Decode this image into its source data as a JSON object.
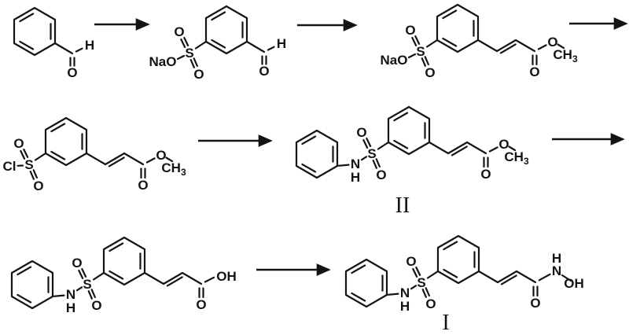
{
  "scheme": {
    "background_color": "#ffffff",
    "ink_color": "#141414",
    "labels": {
      "H": "H",
      "O": "O",
      "S": "S",
      "N": "N",
      "Cl": "Cl",
      "NaO": "NaO",
      "OH": "OH",
      "CH": "CH",
      "sub3": "3"
    },
    "compound_labels": {
      "intermediate": "II",
      "final": "I"
    },
    "arrow_count": 6
  }
}
